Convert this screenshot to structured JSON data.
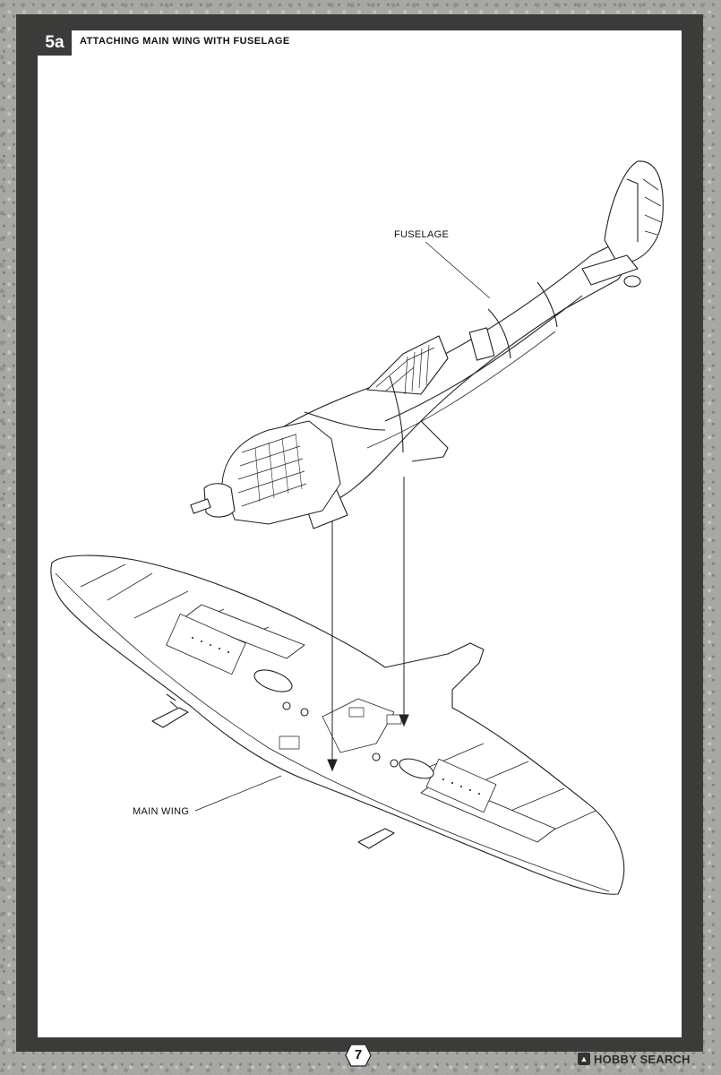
{
  "header": {
    "step_number": "5a",
    "step_title": "ATTACHING MAIN WING WITH FUSELAGE"
  },
  "callouts": {
    "fuselage": "FUSELAGE",
    "main_wing": "MAIN WING"
  },
  "footer": {
    "page_number": "7",
    "watermark_text": "HOBBY SEARCH"
  },
  "colors": {
    "frame": "#3b3b39",
    "sheet": "#ffffff",
    "line": "#222222"
  }
}
